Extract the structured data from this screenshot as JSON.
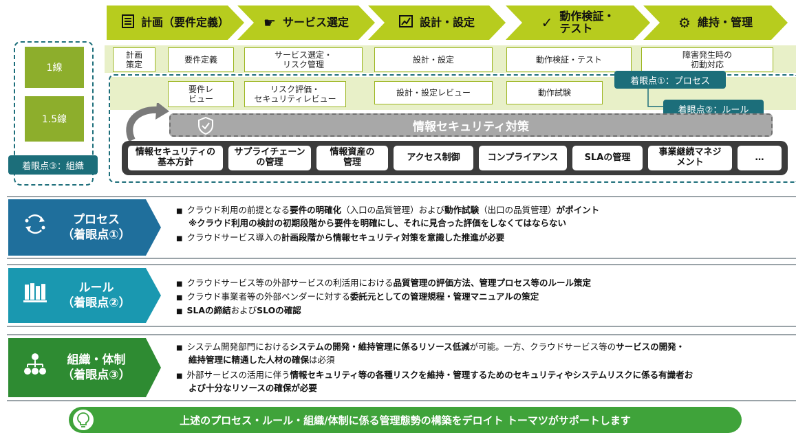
{
  "phases": [
    {
      "icon": "checklist-icon",
      "label": "計画（要件定義）"
    },
    {
      "icon": "pointing-hand-icon",
      "label": "サービス選定"
    },
    {
      "icon": "design-chart-icon",
      "label": "設計・設定"
    },
    {
      "icon": "checkmark-icon",
      "label": "動作検証・\nテスト"
    },
    {
      "icon": "gear-icon",
      "label": "維持・管理"
    }
  ],
  "line1": {
    "label": "1線",
    "boxes": [
      "計画\n策定",
      "要件定義",
      "サービス選定・\nリスク管理",
      "設計・設定",
      "動作検証・テスト",
      "障害発生時の\n初動対応"
    ]
  },
  "line15": {
    "label": "1.5線",
    "boxes": [
      "要件レ\nビュー",
      "リスク評価・\nセキュリティレビュー",
      "設計・設定レビュー",
      "動作試験"
    ]
  },
  "tags": {
    "process": "着眼点①：プロセス",
    "rule": "着眼点②：ルール",
    "org": "着眼点③：組織"
  },
  "security_bar": {
    "icon": "shield-icon",
    "label": "情報セキュリティ対策"
  },
  "categories": [
    "情報セキュリティの\n基本方針",
    "サプライチェーン\nの管理",
    "情報資産の\n管理",
    "アクセス制御",
    "コンプライアンス",
    "SLAの管理",
    "事業継続マネジ\nメント",
    "…"
  ],
  "sections": {
    "process": {
      "title": "プロセス",
      "sub": "（着眼点①）",
      "icon": "cycle-arrows-icon",
      "color": "#1f6f9c",
      "b1a": "クラウド利用の前提となる",
      "b1b": "要件の明確化",
      "b1c": "（入口の品質管理）および",
      "b1d": "動作試験",
      "b1e": "（出口の品質管理）",
      "b1f": "がポイント",
      "b2": "※クラウド利用の検討の初期段階から要件を明確にし、それに見合った評価をしなくてはならない",
      "b3a": "クラウドサービス導入の",
      "b3b": "計画段階から情報セキュリティ対策を意識した推進が必要"
    },
    "rule": {
      "title": "ルール",
      "sub": "（着眼点②）",
      "icon": "books-icon",
      "color": "#1a98b0",
      "b1a": "クラウドサービス等の外部サービスの利活用における",
      "b1b": "品質管理の評価方法、管理プロセス等のルール策定",
      "b2a": "クラウド事業者等の外部ベンダーに対する",
      "b2b": "委託元としての管理規程・管理マニュアルの策定",
      "b3a": "SLAの締結",
      "b3b": "および",
      "b3c": "SLOの確認"
    },
    "org": {
      "title": "組織・体制",
      "sub": "（着眼点③）",
      "icon": "org-chart-icon",
      "color": "#2e8b32",
      "b1a": "システム開発部門における",
      "b1b": "システムの開発・維持管理に係るリソース低減",
      "b1c": "が可能。一方、クラウドサービス等の",
      "b1d": "サービスの開発・",
      "b1e": "維持管理に精通した人材の確保",
      "b1f": "は必須",
      "b2a": "外部サービスの活用に伴う",
      "b2b": "情報セキュリティ等の各種リスクを維持・管理するためのセキュリティやシステムリスクに係る有識者お",
      "b2c": "よび十分なリソースの確保が必要"
    }
  },
  "banner": {
    "icon": "lightbulb-icon",
    "text": "上述のプロセス・ルール・組織/体制に係る管理態勢の構築をデロイト トーマツがサポートします"
  }
}
